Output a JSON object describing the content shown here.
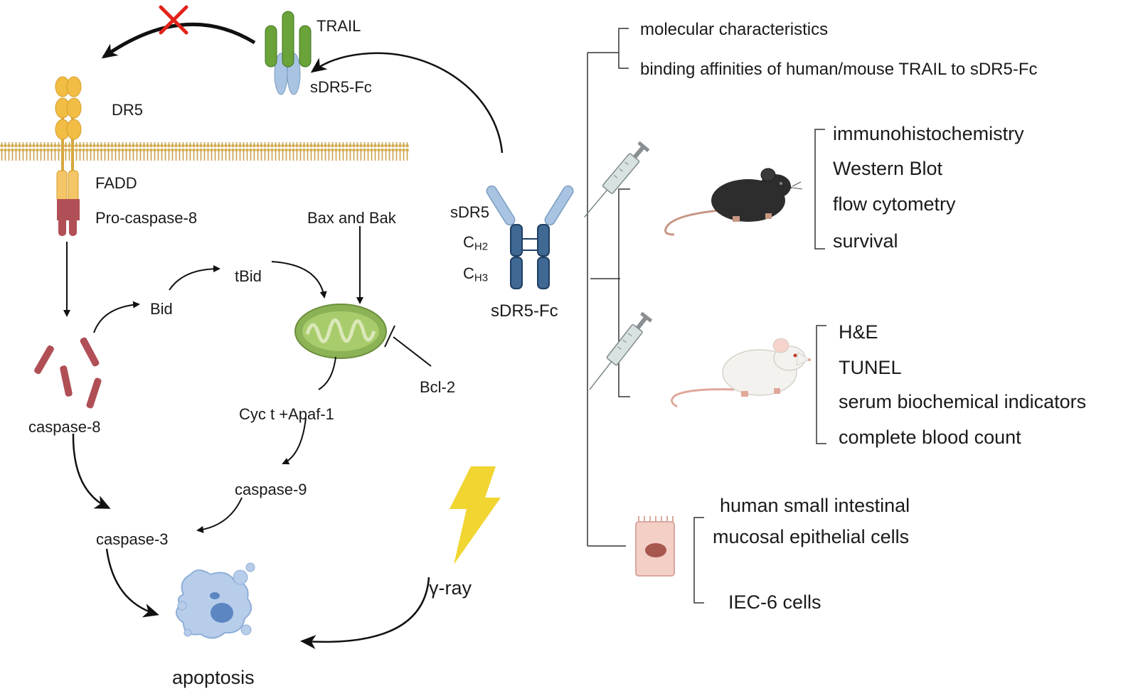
{
  "pathway": {
    "trail": "TRAIL",
    "sdr5fc_top": "sDR5-Fc",
    "dr5": "DR5",
    "fadd": "FADD",
    "pro_caspase8": "Pro-caspase-8",
    "bax_bak": "Bax and Bak",
    "tbid": "tBid",
    "bid": "Bid",
    "bcl2": "Bcl-2",
    "caspase8": "caspase-8",
    "cyc_apaf": "Cyc t +Apaf-1",
    "caspase9": "caspase-9",
    "caspase3": "caspase-3",
    "apoptosis": "apoptosis",
    "gamma_ray": "γ-ray"
  },
  "antibody": {
    "sdr5": "sDR5",
    "ch2_main": "C",
    "ch2_sub": "H2",
    "ch3_main": "C",
    "ch3_sub": "H3",
    "name": "sDR5-Fc"
  },
  "studies": {
    "group1": [
      "molecular characteristics",
      "binding affinities of human/mouse TRAIL to  sDR5-Fc"
    ],
    "group2": [
      "immunohistochemistry",
      "Western Blot",
      "flow cytometry",
      "survival"
    ],
    "group3": [
      "H&E",
      "TUNEL",
      "serum biochemical indicators",
      "complete blood count"
    ],
    "group4_line1": "human small intestinal",
    "group4_line2": "mucosal epithelial cells",
    "group4_item2": "IEC-6 cells"
  },
  "colors": {
    "trail_green": "#6aa33a",
    "sdr5_blue": "#a9c4e2",
    "antibody_blue": "#3f6892",
    "dr5_orange": "#f2bd45",
    "caspase_red": "#b04f55",
    "mito_green": "#8bb356",
    "membrane": "#d8b45a",
    "cross_red": "#e2231a",
    "lightning": "#f1d531"
  },
  "icons": [
    "syringe-icon",
    "black-mouse-icon",
    "white-mouse-icon",
    "epithelial-cell-icon",
    "mitochondrion-icon",
    "lightning-icon",
    "apoptotic-cell-icon",
    "cross-mark-icon"
  ]
}
